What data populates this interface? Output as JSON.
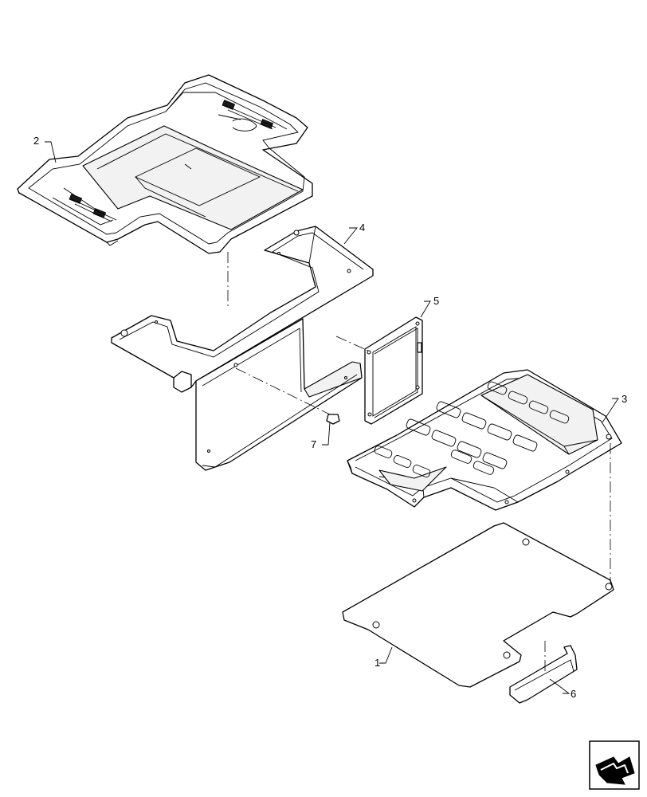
{
  "callouts": [
    {
      "id": "1",
      "label": "1"
    },
    {
      "id": "2",
      "label": "2"
    },
    {
      "id": "3",
      "label": "3"
    },
    {
      "id": "4",
      "label": "4"
    },
    {
      "id": "5",
      "label": "5"
    },
    {
      "id": "6",
      "label": "6"
    },
    {
      "id": "7",
      "label": "7"
    }
  ],
  "nav_icon": "next-page-arrow-icon"
}
